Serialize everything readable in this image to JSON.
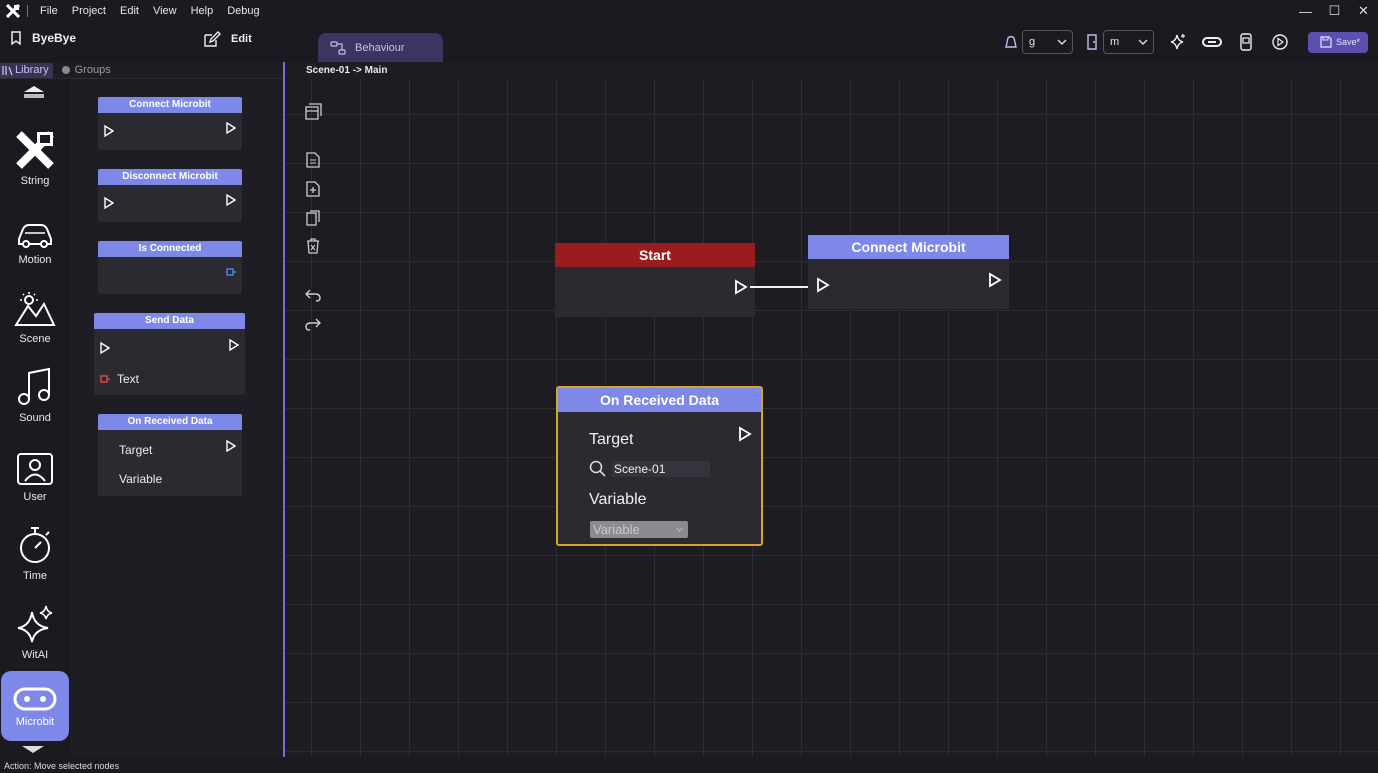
{
  "titlebar": {
    "menu": [
      "File",
      "Project",
      "Edit",
      "View",
      "Help",
      "Debug"
    ],
    "controls": {
      "minimize": "—",
      "maximize": "☐",
      "close": "✕"
    }
  },
  "toolbar": {
    "project_name": "ByeBye",
    "edit_label": "Edit",
    "behaviour_tab": "Behaviour",
    "select_g": "g",
    "select_m": "m",
    "save_label": "Save*"
  },
  "panel": {
    "library_tab": "Library",
    "groups_tab": "Groups"
  },
  "categories": [
    {
      "label": "String",
      "icon": "string-icon"
    },
    {
      "label": "Motion",
      "icon": "car-icon"
    },
    {
      "label": "Scene",
      "icon": "landscape-icon"
    },
    {
      "label": "Sound",
      "icon": "music-note-icon"
    },
    {
      "label": "User",
      "icon": "user-icon"
    },
    {
      "label": "Time",
      "icon": "stopwatch-icon"
    },
    {
      "label": "WitAI",
      "icon": "sparkle-icon"
    },
    {
      "label": "Microbit",
      "icon": "microbit-icon"
    }
  ],
  "library_nodes": {
    "connect": {
      "title": "Connect Microbit"
    },
    "disconnect": {
      "title": "Disconnect Microbit"
    },
    "is_connected": {
      "title": "Is Connected"
    },
    "send_data": {
      "title": "Send Data",
      "text_label": "Text"
    },
    "on_received": {
      "title": "On Received Data",
      "target_label": "Target",
      "variable_label": "Variable"
    }
  },
  "canvas": {
    "breadcrumb": "Scene-01 -> Main",
    "start_node": {
      "title": "Start"
    },
    "connect_node": {
      "title": "Connect Microbit"
    },
    "received_node": {
      "title": "On Received Data",
      "target_label": "Target",
      "target_value": "Scene-01",
      "variable_label": "Variable",
      "variable_select": "Variable"
    }
  },
  "status": {
    "text": "Action: Move selected nodes"
  },
  "colors": {
    "accent": "#7d88e8",
    "start_header": "#9b1c1f",
    "selection": "#d4a52a",
    "save_button": "#5b4fb0",
    "divider": "#7a6fd1"
  }
}
